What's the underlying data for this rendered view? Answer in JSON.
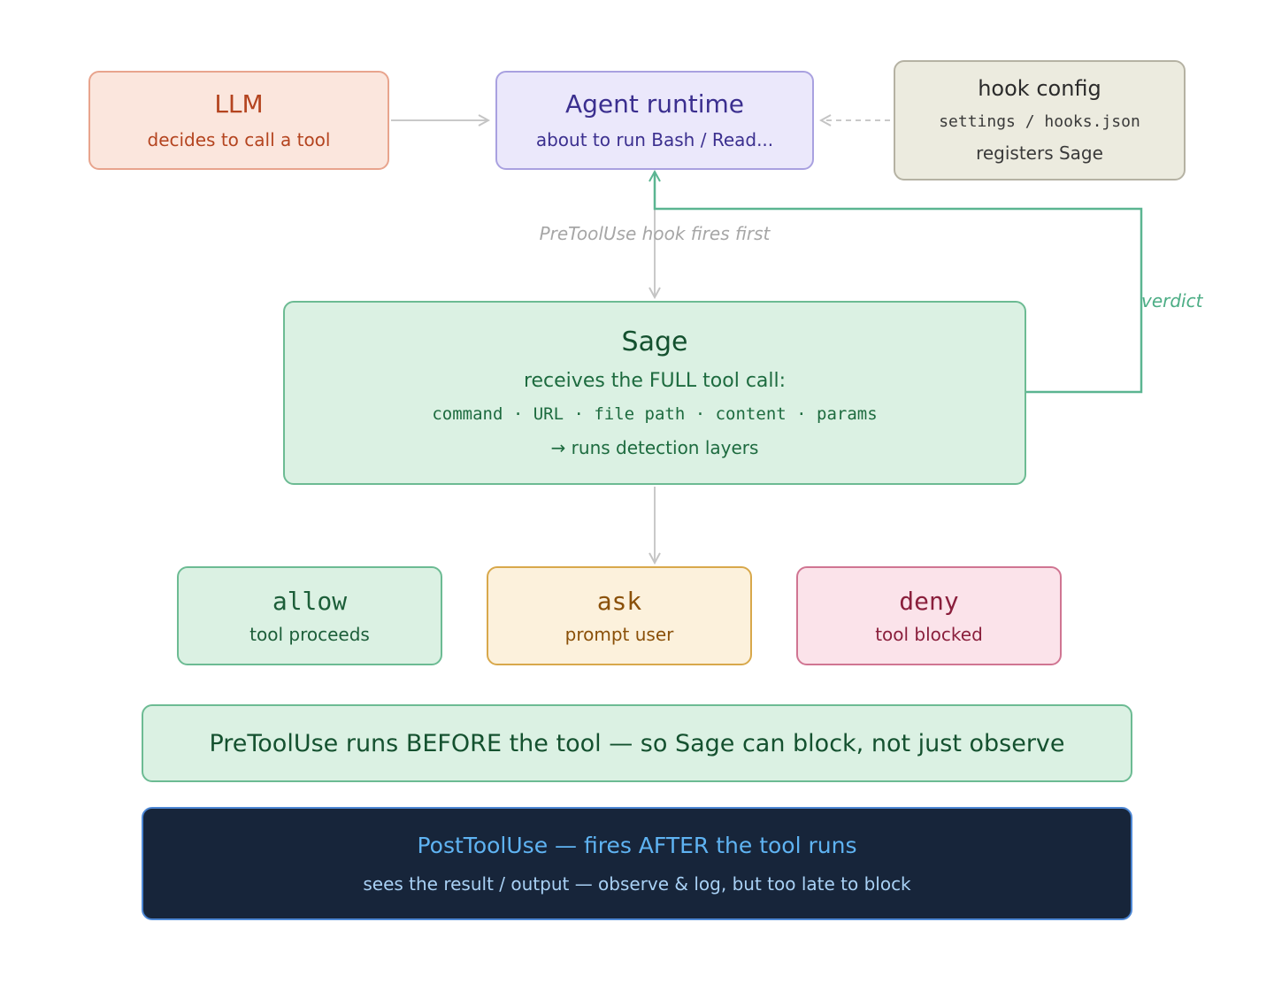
{
  "llm": {
    "title": "LLM",
    "subtitle": "decides to call a tool"
  },
  "agent": {
    "title": "Agent runtime",
    "subtitle": "about to run Bash / Read..."
  },
  "hook": {
    "title": "hook config",
    "path": "settings / hooks.json",
    "subtitle": "registers Sage"
  },
  "edges": {
    "pretooluse_label": "PreToolUse hook fires first",
    "verdict_label": "verdict"
  },
  "sage": {
    "title": "Sage",
    "subtitle": "receives the FULL tool call:",
    "fields": "command · URL · file path · content · params",
    "detail": "→ runs detection layers"
  },
  "verdicts": {
    "allow": {
      "title": "allow",
      "subtitle": "tool proceeds"
    },
    "ask": {
      "title": "ask",
      "subtitle": "prompt user"
    },
    "deny": {
      "title": "deny",
      "subtitle": "tool blocked"
    }
  },
  "note": {
    "text": "PreToolUse runs BEFORE the tool — so Sage can block, not just observe"
  },
  "post": {
    "title": "PostToolUse — fires AFTER the tool runs",
    "subtitle": "sees the result / output — observe & log, but too late to block"
  },
  "colors": {
    "arrow_gray": "#c9c9c9",
    "verdict_green": "#5bb591"
  }
}
